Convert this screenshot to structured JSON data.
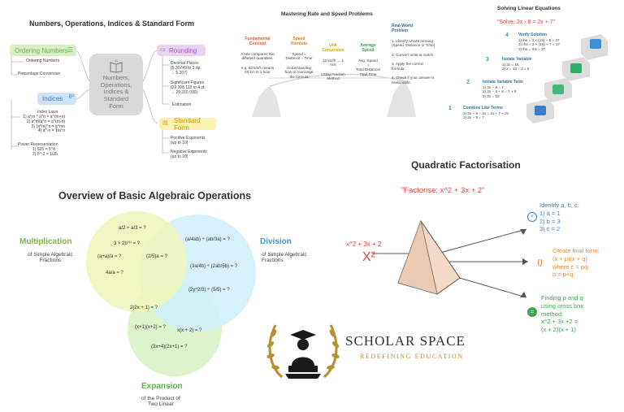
{
  "panel1": {
    "title": "Numbers, Operations, Indices & Standard Form",
    "center": "Numbers,\nOperations,\nIndices &\nStandard\nForm",
    "ordering": {
      "label": "Ordering Numbers",
      "items": [
        "Ordering Numbers",
        "Percentage Conversion"
      ]
    },
    "indices": {
      "label": "Indices",
      "laws_title": "Index Laws",
      "laws": "1) a^m * a^n = a^(m+n)\n2) a^m/a^n = a^(m-n)\n3) (a^m)^n = a^mn\n4) a^-n = 1/a^n",
      "power_title": "Power Representation",
      "power": "1) 625 = 5^4\n2) 5^-2 = 1/25"
    },
    "rounding": {
      "label": "Rounding",
      "dp": "Decimal Places\n(5.30749 to 3 dp.\n→ 5.307)",
      "sf": "Significant Figures\n(29 308 112 to 4 sf.\n→ 29 310 000)",
      "est": "Estimation"
    },
    "standard": {
      "label": "Standard Form",
      "pos": "Positive Exponents\n(up to 10)",
      "neg": "Negative Exponents\n(up to 10)"
    },
    "colors": {
      "ordering": "#d8efc6",
      "indices": "#cfe2f7",
      "rounding": "#ead3f2",
      "standard": "#fbf2b1"
    }
  },
  "panel2": {
    "title": "Mastering Rate and Speed Problems",
    "cols": [
      {
        "h": "Fundamental\nConcept",
        "b": "A rate compares two\ndifferent quantities.\n\ne.g. 60 km/h means\n60 km in 1 hour",
        "color": "#e05a2b"
      },
      {
        "h": "Speed\nFormula",
        "b": "Speed =\nDistance ÷ Time\n\nUnderstanding\nhow to rearrange\nthe formula",
        "color": "#e07a1f"
      },
      {
        "h": "Unit\nConversion",
        "b": "12 km/h → 1 m/s\n\nUsing Fraction\nMethod",
        "color": "#c9a400"
      },
      {
        "h": "Average\nSpeed",
        "b": "Avg. Speed\n=\nTotal Distance/\nTotal Time",
        "color": "#3aa04a"
      }
    ],
    "real": {
      "h": "Real-World\nProblem",
      "b": "1. Identify what's missing\n(Speed, Distance or Time)\n\n2. Convert units to match.\n\n3. Apply the correct formula.\n\n4. Check if your answer is\nreasonable."
    }
  },
  "panel3": {
    "title": "Solving Linear Equations",
    "eq": "\"Solve: 3x - 8 = 2x + 7\"",
    "steps": [
      {
        "n": "4",
        "h": "Verify Solution",
        "b": "1) lhs = 3 × (15) − 8 = 37\n2) rhs = 2 × (15) + 7 = 37\n3) lhs = rhs = 37"
      },
      {
        "n": "3",
        "h": "Isolate Variable",
        "b": "1) 3x = 15\n2) x = 15 ÷ 3 = 5"
      },
      {
        "n": "2",
        "h": "Isolate Variable Term",
        "b": "1) 3x − 8 = 7\n2) 3x − 8 + 8 = 7 + 8\n3) 3x = 15"
      },
      {
        "n": "1",
        "h": "Combine Like Terms",
        "b": "1) 5x − 8 − 2x = 2x + 7 − 2x\n2) 3x − 8 = 7"
      }
    ],
    "step_colors": [
      "#3a8fd9",
      "#2fae6a",
      "#3fb97c",
      "#3a7fc4"
    ]
  },
  "venn": {
    "title": "Overview of Basic Algebraic Operations",
    "multiplication": {
      "label": "Multiplication",
      "sub": "of Simple Algebraic\nFractions"
    },
    "division": {
      "label": "Division",
      "sub": "of Simple Algebraic\nFractions"
    },
    "expansion": {
      "label": "Expansion",
      "sub": "of the Product of\nTwo Linear"
    },
    "equations": [
      "a/2 + a/3 = ?",
      "3 × 2b⁽³⁾ = ?",
      "(a+a)/a = ?",
      "4a/a = ?",
      "(2/5)a = ?",
      "(a/4ab) ÷ (ab/3a) = ?",
      "(3a/4b) ÷ (2ab/5b) = ?",
      "(2y^2/3) ÷ (5/5) = ?",
      "2(2x + 1) = ?",
      "(x+1)(x+2) = ?",
      "x(x + 2) = ?",
      "(3x+4)(2x+1) = ?"
    ],
    "colors": {
      "yellow": "#eff6b8",
      "blue": "#cfeef9",
      "green": "#d9f2c8",
      "label_green": "#7bb83a",
      "label_blue": "#3b9bd4",
      "label_expansion": "#5cb84c"
    }
  },
  "quad": {
    "title": "Quadratic Factorisation",
    "task": "\"Factorise: x^2 + 3x + 2\"",
    "expr": "x^2 + 3x + 2",
    "x2": "X²",
    "identify": "Identify a, b, c:\n1) a = 1\n2) b = 3\n3) c = 2",
    "create": "Create final form:\n(x + p)(x + q)\nwhere c = pq,\nb = p+q",
    "finding": "Finding p and q\nusing cross box\nmethod:\nx^2 + 3x +2 =\n(x + 2)(x + 1)",
    "colors": {
      "task": "#e0463a",
      "identify": "#3a7fd9",
      "create": "#f08a24",
      "finding": "#3aa84a"
    }
  },
  "logo": {
    "name": "SCHOLAR SPACE",
    "tagline": "REDEFINING EDUCATION",
    "gold": "#b8902e"
  }
}
